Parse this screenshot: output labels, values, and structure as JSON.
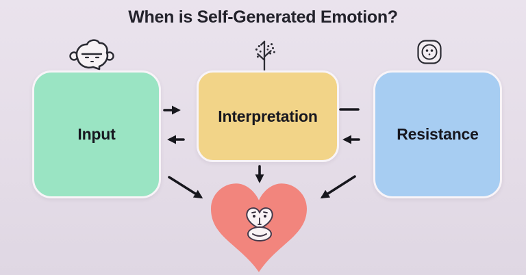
{
  "title": "When is Self-Generated Emotion?",
  "diagram": {
    "nodes": [
      {
        "id": "input",
        "label": "Input",
        "color": "#9ae4c3",
        "icon": "monkey-head-icon"
      },
      {
        "id": "interpretation",
        "label": "Interpretation",
        "color": "#f2d488",
        "icon": "branch-sprig-icon"
      },
      {
        "id": "resistance",
        "label": "Resistance",
        "color": "#a7cdf2",
        "icon": "button-icon"
      }
    ],
    "center_symbol": {
      "id": "emotion-heart",
      "shape": "heart",
      "color": "#f2857d",
      "icon": "monkey-face-icon"
    },
    "edges": [
      {
        "from": "input",
        "to": "interpretation",
        "style": "arrow-right"
      },
      {
        "from": "interpretation",
        "to": "input",
        "style": "arrow-left"
      },
      {
        "from": "resistance",
        "to": "interpretation",
        "style": "dash"
      },
      {
        "from": "resistance",
        "to": "interpretation",
        "style": "arrow-left"
      },
      {
        "from": "input",
        "to": "emotion-heart",
        "style": "arrow-diagonal"
      },
      {
        "from": "interpretation",
        "to": "emotion-heart",
        "style": "arrow-down"
      },
      {
        "from": "resistance",
        "to": "emotion-heart",
        "style": "arrow-diagonal"
      }
    ]
  },
  "colors": {
    "background": "#e5dde8",
    "title_text": "#23222b",
    "label_text": "#17171f",
    "arrow": "#17171d",
    "node_border": "#f8f4f8",
    "heart": "#f2857d"
  }
}
